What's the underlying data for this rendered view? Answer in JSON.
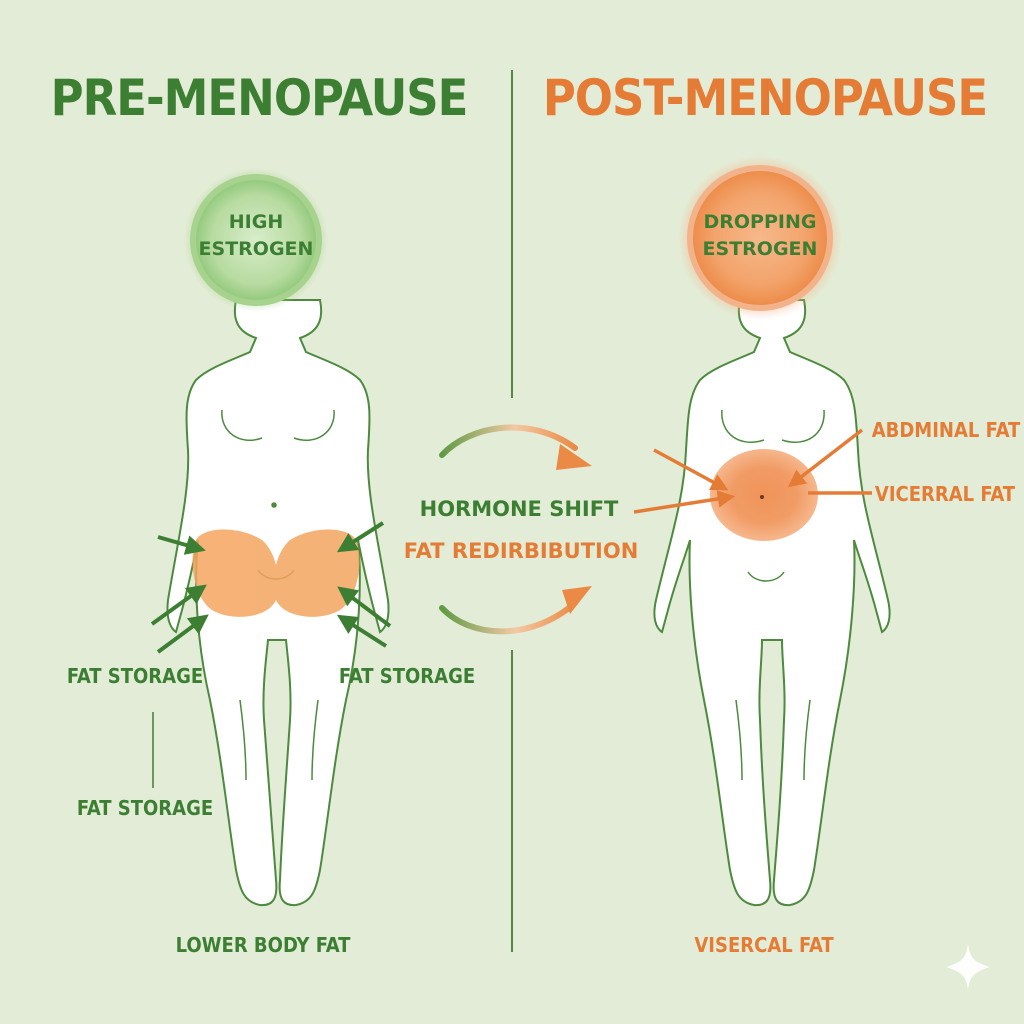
{
  "headings": {
    "pre": "PRE-MENOPAUSE",
    "post": "POST-MENOPAUSE"
  },
  "hormone_circles": {
    "pre": "HIGH ESTROGEN",
    "post": "DROPPING ESTROGEN"
  },
  "center": {
    "line1": "HORMONE SHIFT",
    "line2": "FAT REDIRBIBUTION"
  },
  "pre_labels": {
    "storage_left": "FAT STORAGE",
    "storage_right": "FAT STORAGE",
    "storage_lower": "FAT STORAGE",
    "bottom": "LOWER BODY FAT"
  },
  "post_labels": {
    "abdominal": "ABDMINAL FAT",
    "visceral": "VICERRAL FAT",
    "bottom": "VISERCAL FAT"
  },
  "colors": {
    "background": "#e3ecd6",
    "green": "#3c7f33",
    "orange": "#e57c35",
    "fat_fill": "#f4a55f"
  },
  "icons": {
    "corner": "sparkle-icon"
  }
}
